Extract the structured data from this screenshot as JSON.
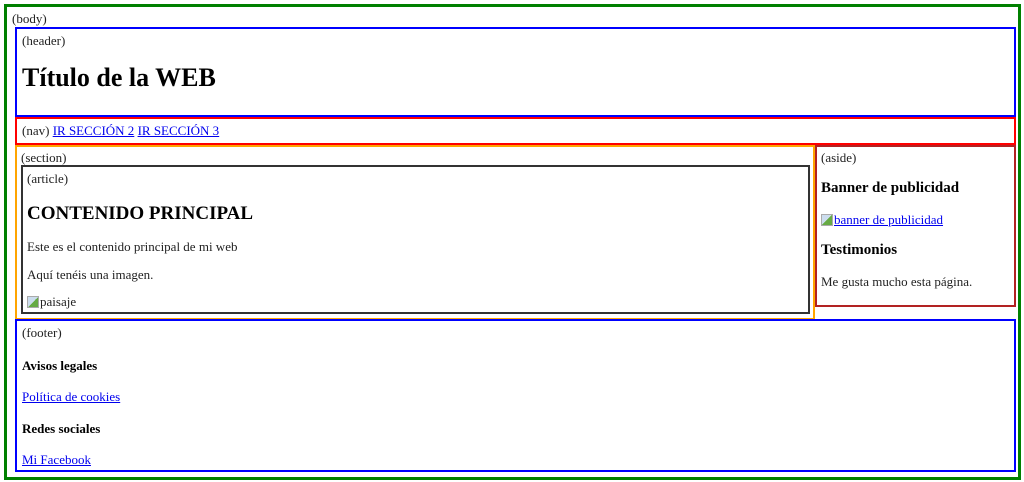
{
  "body": {
    "label": "(body)"
  },
  "header": {
    "label": "(header)",
    "title": "Título de la WEB"
  },
  "nav": {
    "label": "(nav)",
    "links": [
      {
        "label": "IR SECCIÓN 2"
      },
      {
        "label": "IR SECCIÓN 3"
      }
    ]
  },
  "section": {
    "label": "(section)",
    "article": {
      "label": "(article)",
      "heading": "CONTENIDO PRINCIPAL",
      "paragraphs": [
        "Este es el contenido principal de mi web",
        "Aquí tenéis una imagen."
      ],
      "image_alt": "paisaje"
    }
  },
  "aside": {
    "label": "(aside)",
    "banner_heading": "Banner de publicidad",
    "banner_alt": "banner de publicidad",
    "testimonials_heading": "Testimonios",
    "testimonial": "Me gusta mucho esta página."
  },
  "footer": {
    "label": "(footer)",
    "legal_heading": "Avisos legales",
    "cookies_link": "Política de cookies",
    "social_heading": "Redes sociales",
    "facebook_link": "Mi Facebook"
  },
  "colors": {
    "body_border": "#008000",
    "header_border": "#0000ff",
    "nav_border": "#ff0000",
    "section_border": "#ffa500",
    "article_border": "#333333",
    "aside_border": "#b22222",
    "footer_border": "#0000ff",
    "link": "#0000ee"
  }
}
